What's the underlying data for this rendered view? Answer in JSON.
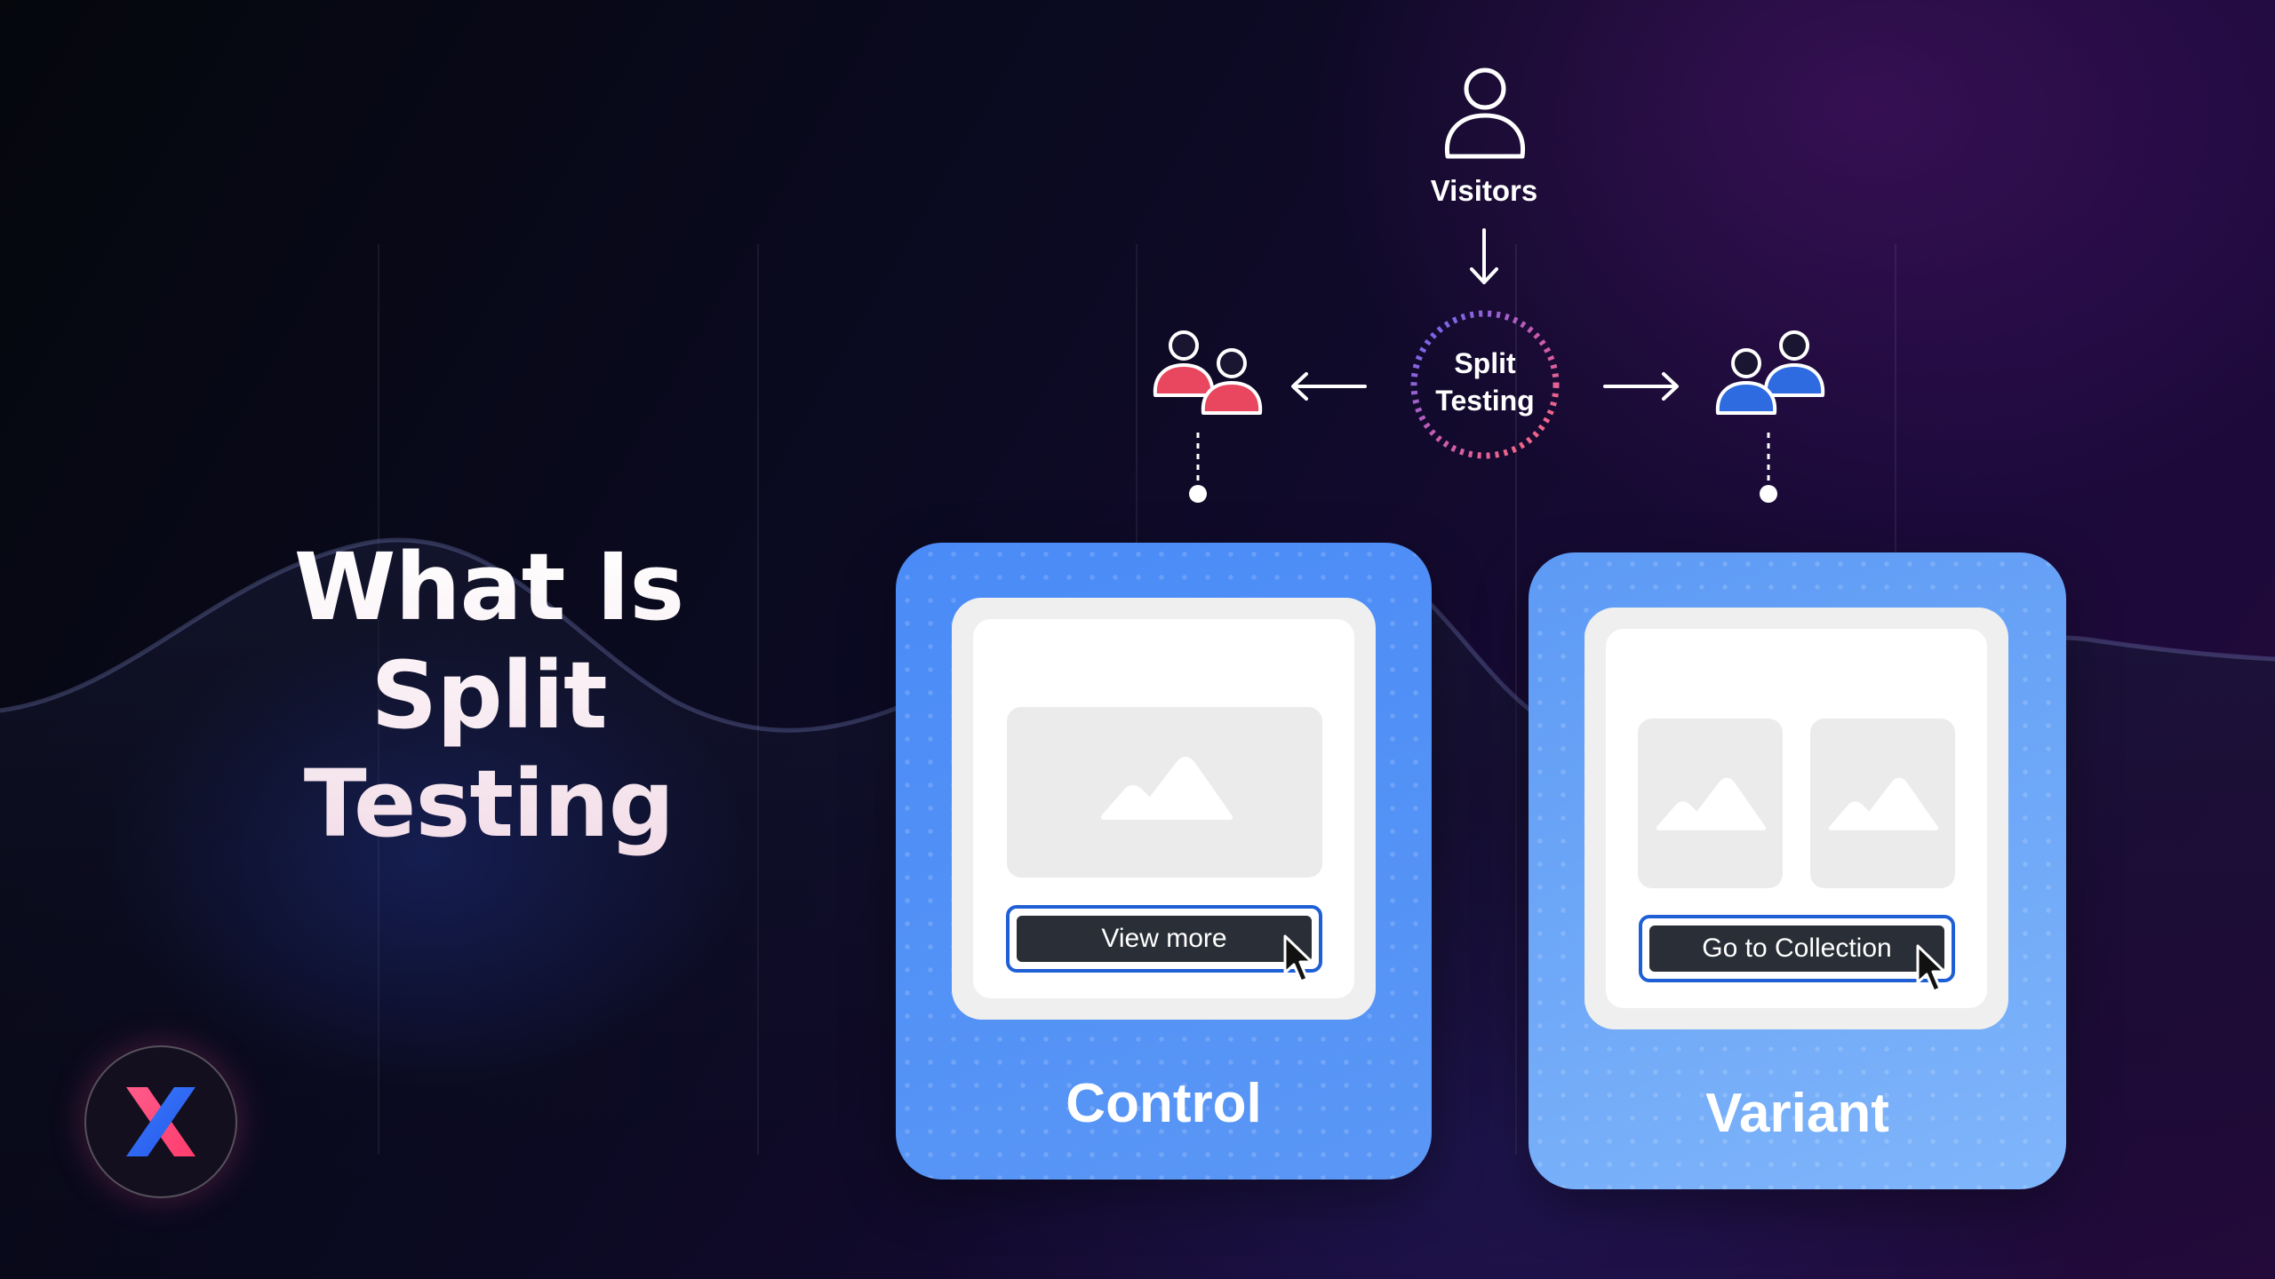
{
  "title": {
    "line1": "What Is",
    "line2": "Split Testing"
  },
  "flow": {
    "visitors_label": "Visitors",
    "split_label_line1": "Split",
    "split_label_line2": "Testing"
  },
  "control": {
    "label": "Control",
    "button_label": "View more"
  },
  "variant": {
    "label": "Variant",
    "button_label": "Go to Collection"
  },
  "colors": {
    "control_group": "#e8475f",
    "variant_group": "#2f6be0",
    "control_card": "#4b8bf5",
    "variant_card": "#6aa4f6",
    "cta_button": "#2a2e36",
    "cta_outline": "#1f5fd6"
  },
  "icons": [
    "visitor-icon",
    "arrow-down-icon",
    "split-ring-icon",
    "arrow-left-icon",
    "arrow-right-icon",
    "control-group-icon",
    "variant-group-icon",
    "image-placeholder-icon",
    "cursor-icon",
    "logo-x-icon"
  ]
}
